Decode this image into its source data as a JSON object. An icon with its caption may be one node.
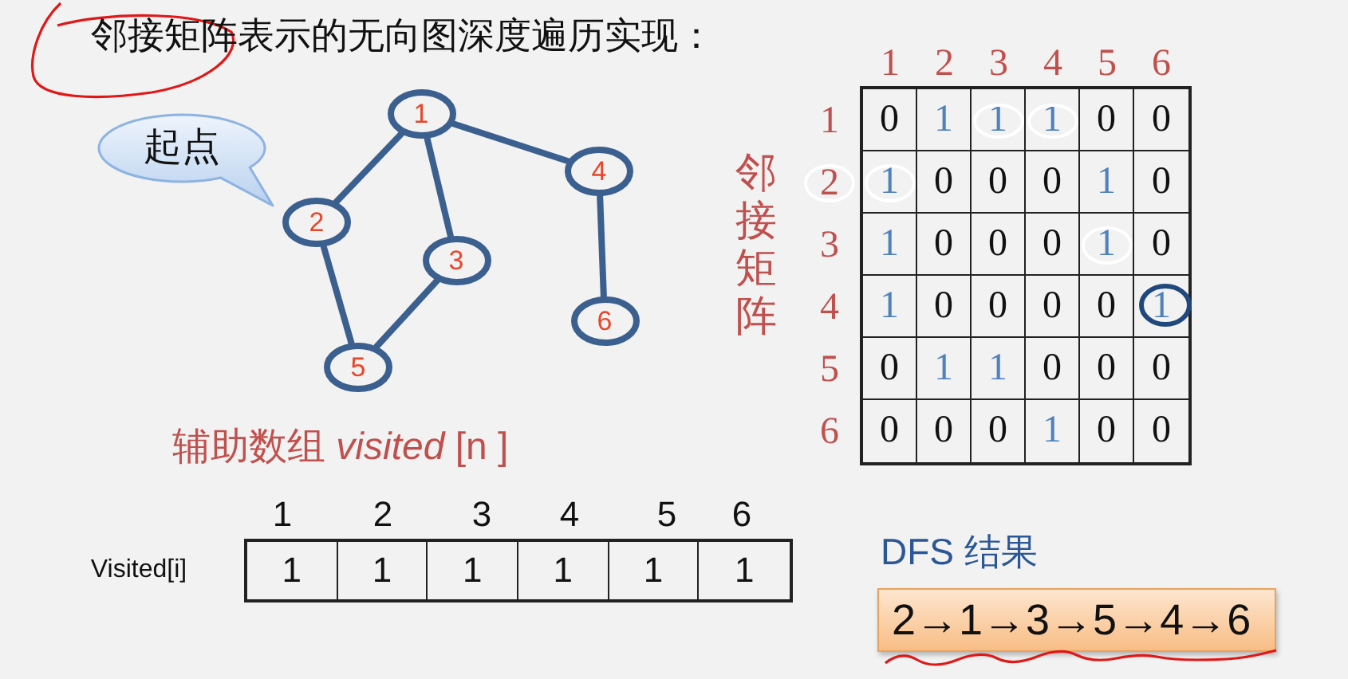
{
  "diagram": {
    "title": "邻接矩阵表示的无向图深度遍历实现：",
    "nodes": [
      {
        "text": [
          "1"
        ]
      },
      {
        "text": [
          "2"
        ]
      },
      {
        "text": [
          "3"
        ]
      },
      {
        "text": [
          "4"
        ]
      },
      {
        "text": [
          "5"
        ]
      },
      {
        "text": [
          "6"
        ]
      },
      {
        "text": [
          "起点"
        ]
      },
      {
        "text": [
          "DFS 结果",
          "2→1→3→5→4→6"
        ]
      }
    ],
    "edges": [
      {
        "from": 0,
        "to": 1,
        "arrow": "none"
      },
      {
        "from": 0,
        "to": 2,
        "arrow": "none"
      },
      {
        "from": 0,
        "to": 3,
        "arrow": "none"
      },
      {
        "from": 1,
        "to": 4,
        "arrow": "none"
      },
      {
        "from": 2,
        "to": 4,
        "arrow": "none"
      },
      {
        "from": 3,
        "to": 5,
        "arrow": "none"
      }
    ],
    "labels": [
      "1",
      "2",
      "3",
      "4",
      "5",
      "6",
      "邻接矩阵",
      "1",
      "0",
      "1",
      "1",
      "1",
      "0",
      "0",
      "2",
      "1",
      "0",
      "0",
      "0",
      "1",
      "0",
      "3",
      "1",
      "0",
      "0",
      "0",
      "1",
      "0",
      "4",
      "1",
      "0",
      "0",
      "0",
      "0",
      "1",
      "5",
      "0",
      "1",
      "1",
      "0",
      "0",
      "0",
      "6",
      "0",
      "0",
      "0",
      "1",
      "0",
      "0",
      "辅助数组 *visited* [n ]",
      "1",
      "2",
      "3",
      "4",
      "5",
      "6",
      "Visited[i]",
      "1",
      "1",
      "1",
      "1",
      "1",
      "1"
    ]
  }
}
